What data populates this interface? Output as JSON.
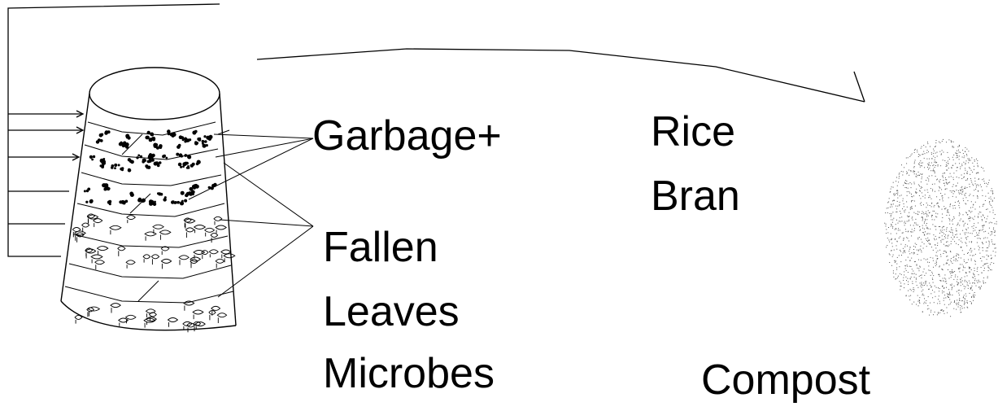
{
  "labels": {
    "garbage": "Garbage+",
    "rice_line1": "Rice",
    "rice_line2": "Bran",
    "leaves_line1": "Fallen",
    "leaves_line2": "Leaves",
    "microbes": "Microbes",
    "compost": "Compost"
  },
  "colors": {
    "ink": "#000000",
    "background": "#ffffff"
  },
  "layer_kinds": [
    "garbage",
    "garbage",
    "garbage",
    "leaves",
    "leaves",
    "leaves"
  ]
}
